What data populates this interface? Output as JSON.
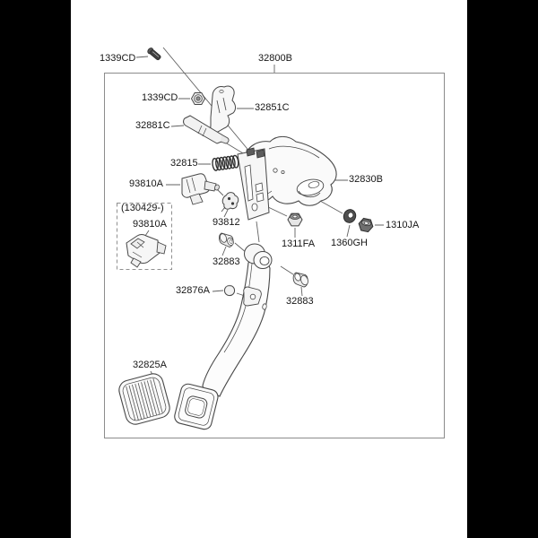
{
  "colors": {
    "background": "#ffffff",
    "side_bars": "#000000",
    "frame_border": "#8c8c8c",
    "line_art_ink": "#474747",
    "label_text": "#161616"
  },
  "diagram": {
    "labels": {
      "bolt_top": "1339CD",
      "assembly": "32800B",
      "nut_top": "1339CD",
      "upper_bracket": "32851C",
      "pedal_pin": "32881C",
      "return_spring": "32815",
      "stop_switch": "93810A",
      "variant_note": "(130429-)",
      "stop_switch_variant": "93810A",
      "pedal_member": "32830B",
      "clip": "93812",
      "nut_a": "1311FA",
      "washer": "1360GH",
      "nut_b": "1310JA",
      "bushing_left": "32883",
      "bushing_right": "32883",
      "stopper_ball": "32876A",
      "pedal_pad": "32825A"
    }
  }
}
